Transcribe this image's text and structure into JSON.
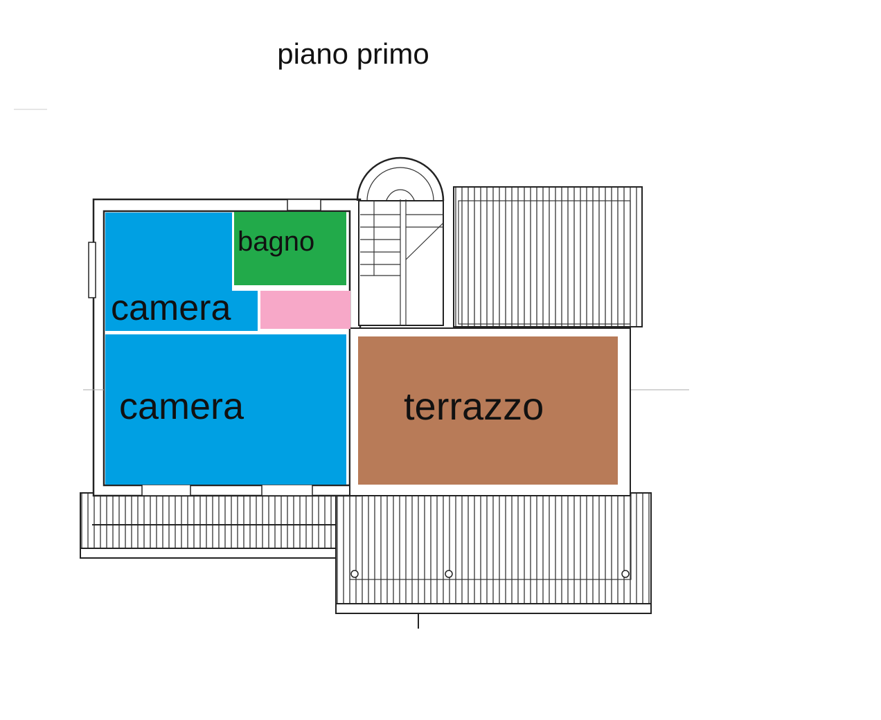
{
  "title": "piano primo",
  "rooms": [
    {
      "label": "camera",
      "color": "#00a0e3"
    },
    {
      "label": "bagno",
      "color": "#22aa4a"
    },
    {
      "label": "",
      "color": "#f7a8c8"
    },
    {
      "label": "camera",
      "color": "#00a0e3"
    },
    {
      "label": "terrazzo",
      "color": "#b87b58"
    }
  ]
}
